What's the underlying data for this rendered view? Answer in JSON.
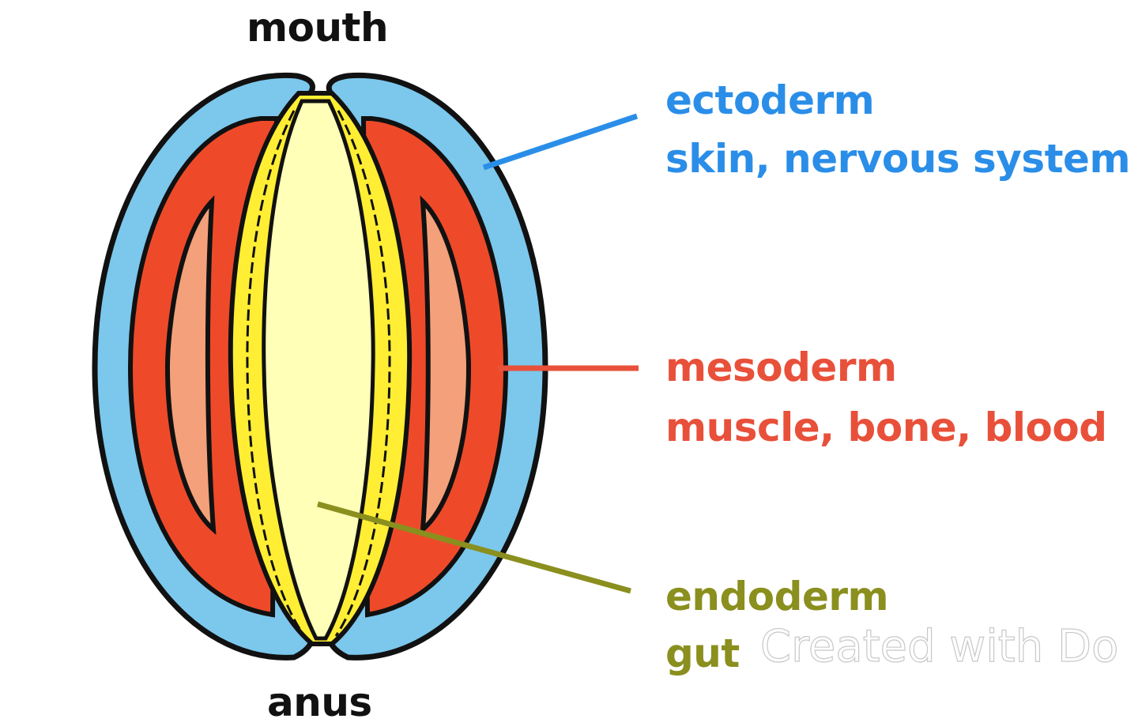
{
  "labels": {
    "mouth": "mouth",
    "anus": "anus"
  },
  "layers": [
    {
      "key": "ectoderm",
      "name": "ectoderm",
      "description": "skin, nervous system",
      "color": "#2a8ee8"
    },
    {
      "key": "mesoderm",
      "name": "mesoderm",
      "description": "muscle, bone, blood",
      "color": "#e8503a"
    },
    {
      "key": "endoderm",
      "name": "endoderm",
      "description": "gut",
      "color": "#8a8f1e"
    }
  ],
  "fills": {
    "ectoderm": "#7cc7ec",
    "mesoderm": "#ee4a2a",
    "inner_mesoderm": "#f4a07a",
    "endoderm": "#ffee33",
    "gut_lumen": "#ffffb8"
  },
  "watermark": "Created with Do"
}
